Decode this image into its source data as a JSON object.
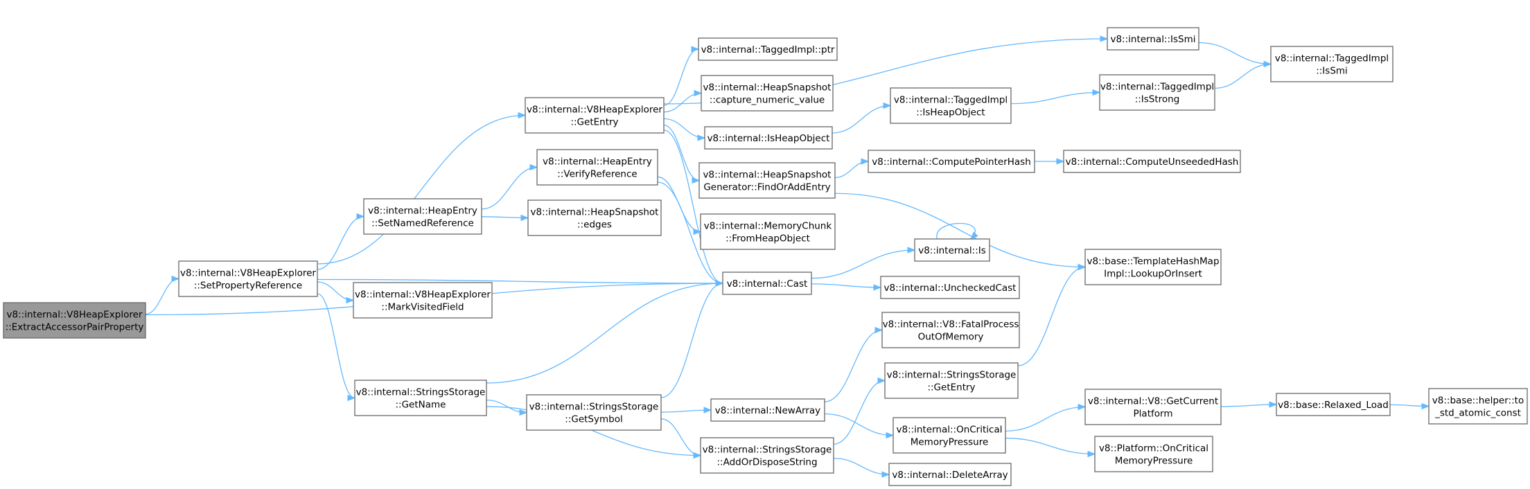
{
  "colors": {
    "edge": "#63b8ff",
    "node_border": "#666666",
    "root_fill": "#999999",
    "node_fill": "#ffffff"
  },
  "nodes": [
    {
      "id": "n0",
      "lines": [
        "v8::internal::V8HeapExplorer",
        "::ExtractAccessorPairProperty"
      ],
      "root": true
    },
    {
      "id": "n1",
      "lines": [
        "v8::internal::V8HeapExplorer",
        "::SetPropertyReference"
      ]
    },
    {
      "id": "n2",
      "lines": [
        "v8::internal::HeapEntry",
        "::SetNamedReference"
      ]
    },
    {
      "id": "n3",
      "lines": [
        "v8::internal::V8HeapExplorer",
        "::MarkVisitedField"
      ]
    },
    {
      "id": "n4",
      "lines": [
        "v8::internal::StringsStorage",
        "::GetName"
      ]
    },
    {
      "id": "n5",
      "lines": [
        "v8::internal::V8HeapExplorer",
        "::GetEntry"
      ]
    },
    {
      "id": "n6",
      "lines": [
        "v8::internal::HeapEntry",
        "::VerifyReference"
      ]
    },
    {
      "id": "n7",
      "lines": [
        "v8::internal::HeapSnapshot",
        "::edges"
      ]
    },
    {
      "id": "n8",
      "lines": [
        "v8::internal::StringsStorage",
        "::GetSymbol"
      ]
    },
    {
      "id": "n9",
      "lines": [
        "v8::internal::TaggedImpl::ptr"
      ]
    },
    {
      "id": "n10",
      "lines": [
        "v8::internal::HeapSnapshot",
        "::capture_numeric_value"
      ]
    },
    {
      "id": "n11",
      "lines": [
        "v8::internal::IsHeapObject"
      ]
    },
    {
      "id": "n12",
      "lines": [
        "v8::internal::HeapSnapshot",
        "Generator::FindOrAddEntry"
      ]
    },
    {
      "id": "n13",
      "lines": [
        "v8::internal::MemoryChunk",
        "::FromHeapObject"
      ]
    },
    {
      "id": "n14",
      "lines": [
        "v8::internal::Cast"
      ]
    },
    {
      "id": "n15",
      "lines": [
        "v8::internal::NewArray"
      ]
    },
    {
      "id": "n16",
      "lines": [
        "v8::internal::StringsStorage",
        "::AddOrDisposeString"
      ]
    },
    {
      "id": "n17",
      "lines": [
        "v8::internal::IsSmi"
      ]
    },
    {
      "id": "n18",
      "lines": [
        "v8::internal::TaggedImpl",
        "::IsHeapObject"
      ]
    },
    {
      "id": "n19",
      "lines": [
        "v8::internal::ComputePointerHash"
      ]
    },
    {
      "id": "n20",
      "lines": [
        "v8::internal::Is"
      ]
    },
    {
      "id": "n21",
      "lines": [
        "v8::internal::UncheckedCast"
      ]
    },
    {
      "id": "n22",
      "lines": [
        "v8::internal::V8::FatalProcess",
        "OutOfMemory"
      ]
    },
    {
      "id": "n23",
      "lines": [
        "v8::internal::StringsStorage",
        "::GetEntry"
      ]
    },
    {
      "id": "n24",
      "lines": [
        "v8::internal::OnCritical",
        "MemoryPressure"
      ]
    },
    {
      "id": "n25",
      "lines": [
        "v8::internal::DeleteArray"
      ]
    },
    {
      "id": "n26",
      "lines": [
        "v8::internal::TaggedImpl",
        "::IsStrong"
      ]
    },
    {
      "id": "n27",
      "lines": [
        "v8::internal::ComputeUnseededHash"
      ]
    },
    {
      "id": "n28",
      "lines": [
        "v8::base::TemplateHashMap",
        "Impl::LookupOrInsert"
      ]
    },
    {
      "id": "n29",
      "lines": [
        "v8::internal::V8::GetCurrent",
        "Platform"
      ]
    },
    {
      "id": "n30",
      "lines": [
        "v8::Platform::OnCritical",
        "MemoryPressure"
      ]
    },
    {
      "id": "n31",
      "lines": [
        "v8::internal::TaggedImpl",
        "::IsSmi"
      ]
    },
    {
      "id": "n32",
      "lines": [
        "v8::base::Relaxed_Load"
      ]
    },
    {
      "id": "n33",
      "lines": [
        "v8::base::helper::to",
        "_std_atomic_const"
      ]
    }
  ],
  "edges": [
    [
      "n0",
      "n1"
    ],
    [
      "n0",
      "n14"
    ],
    [
      "n1",
      "n2"
    ],
    [
      "n1",
      "n3"
    ],
    [
      "n1",
      "n4"
    ],
    [
      "n1",
      "n5"
    ],
    [
      "n1",
      "n14"
    ],
    [
      "n2",
      "n6"
    ],
    [
      "n2",
      "n7"
    ],
    [
      "n4",
      "n8"
    ],
    [
      "n4",
      "n14"
    ],
    [
      "n4",
      "n16"
    ],
    [
      "n5",
      "n9"
    ],
    [
      "n5",
      "n10"
    ],
    [
      "n5",
      "n11"
    ],
    [
      "n5",
      "n12"
    ],
    [
      "n5",
      "n14"
    ],
    [
      "n5",
      "n17"
    ],
    [
      "n6",
      "n13"
    ],
    [
      "n6",
      "n14"
    ],
    [
      "n8",
      "n14"
    ],
    [
      "n8",
      "n15"
    ],
    [
      "n8",
      "n16"
    ],
    [
      "n11",
      "n18"
    ],
    [
      "n12",
      "n19"
    ],
    [
      "n12",
      "n28"
    ],
    [
      "n14",
      "n20"
    ],
    [
      "n14",
      "n21"
    ],
    [
      "n15",
      "n22"
    ],
    [
      "n15",
      "n24"
    ],
    [
      "n16",
      "n23"
    ],
    [
      "n16",
      "n25"
    ],
    [
      "n18",
      "n26"
    ],
    [
      "n19",
      "n27"
    ],
    [
      "n20",
      "n20"
    ],
    [
      "n23",
      "n28"
    ],
    [
      "n24",
      "n29"
    ],
    [
      "n24",
      "n30"
    ],
    [
      "n26",
      "n31"
    ],
    [
      "n17",
      "n31"
    ],
    [
      "n29",
      "n32"
    ],
    [
      "n32",
      "n33"
    ]
  ]
}
